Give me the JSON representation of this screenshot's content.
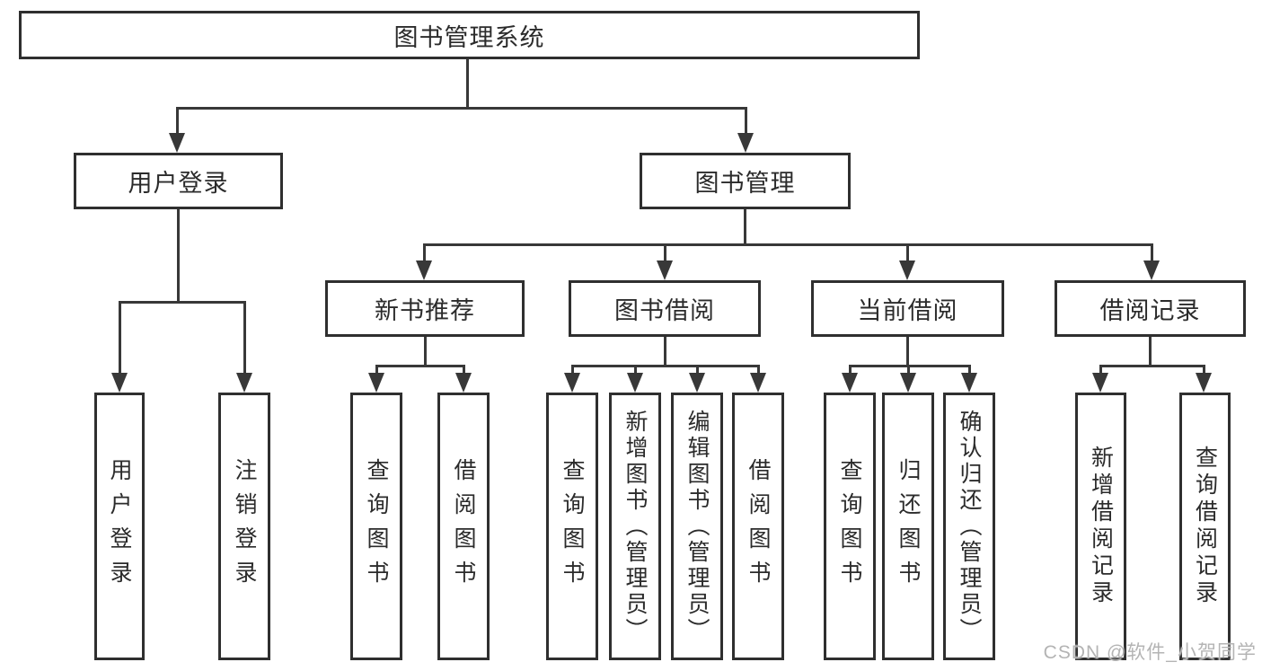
{
  "diagram": {
    "root": "图书管理系统",
    "level1": {
      "user_login": "用户登录",
      "book_mgmt": "图书管理"
    },
    "level2": {
      "new_books": "新书推荐",
      "book_borrow": "图书借阅",
      "current_borrow": "当前借阅",
      "borrow_records": "借阅记录"
    },
    "leaves": {
      "user_login": [
        "用户登录",
        "注销登录"
      ],
      "new_books": [
        "查询图书",
        "借阅图书"
      ],
      "book_borrow": [
        "查询图书",
        "新增图书（管理员）",
        "编辑图书（管理员）",
        "借阅图书"
      ],
      "current_borrow": [
        "查询图书",
        "归还图书",
        "确认归还（管理员）"
      ],
      "borrow_records": [
        "新增借阅记录",
        "查询借阅记录"
      ]
    }
  },
  "watermark": "CSDN @软件_小贺同学",
  "colors": {
    "line": "#383838",
    "box_border": "#2f2f2f",
    "text": "#2b2b2b",
    "watermark_text": "#b4b4b4",
    "background": "#ffffff"
  }
}
